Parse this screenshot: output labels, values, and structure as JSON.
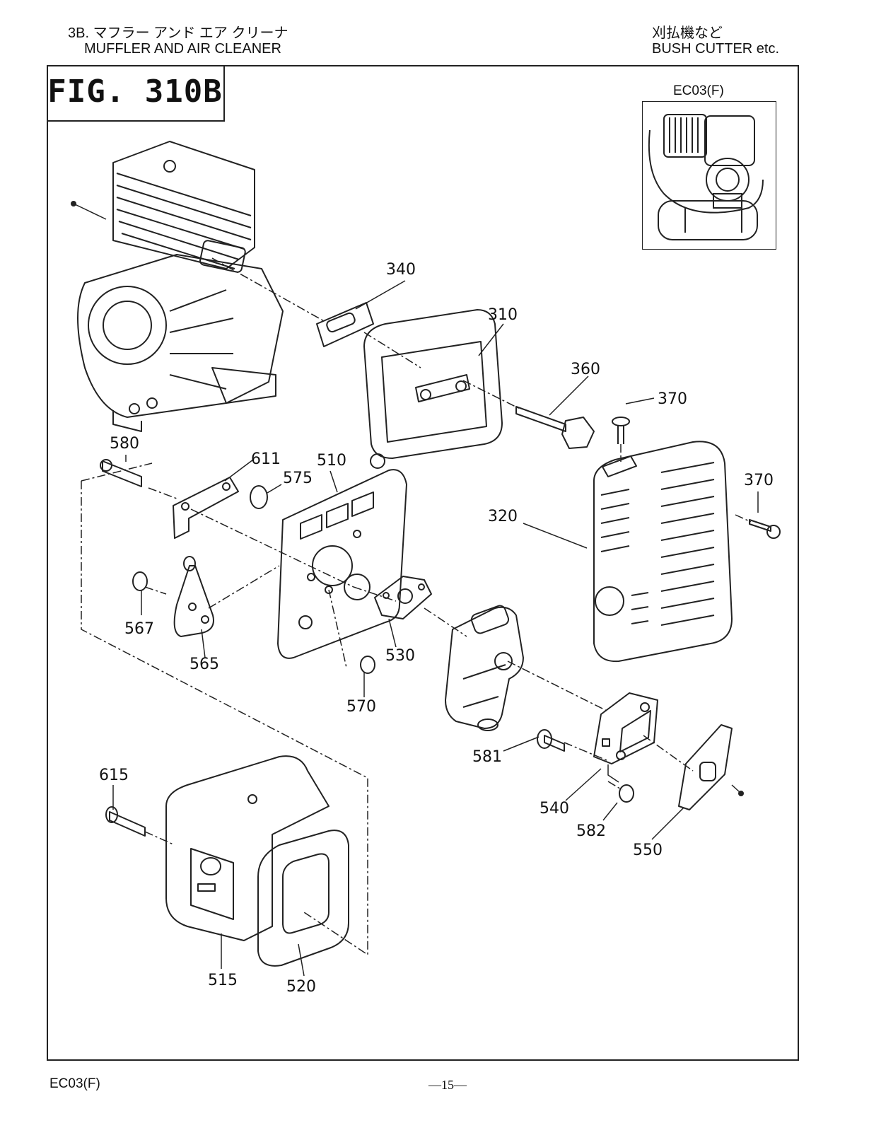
{
  "header": {
    "section_jp": "3B. マフラー アンド エア クリーナ",
    "section_en": "MUFFLER AND AIR CLEANER",
    "category_jp": "刈払機など",
    "category_en": "BUSH CUTTER etc."
  },
  "figure": {
    "label": "FIG. 310B",
    "inset_label": "EC03(F)"
  },
  "parts": {
    "p340": "340",
    "p310": "310",
    "p360": "360",
    "p370a": "370",
    "p370b": "370",
    "p320": "320",
    "p580": "580",
    "p611": "611",
    "p510": "510",
    "p575": "575",
    "p567": "567",
    "p565": "565",
    "p530": "530",
    "p570": "570",
    "p581": "581",
    "p540": "540",
    "p582": "582",
    "p550": "550",
    "p615": "615",
    "p515": "515",
    "p520": "520"
  },
  "footer": {
    "model": "EC03(F)",
    "page": "—15—"
  }
}
